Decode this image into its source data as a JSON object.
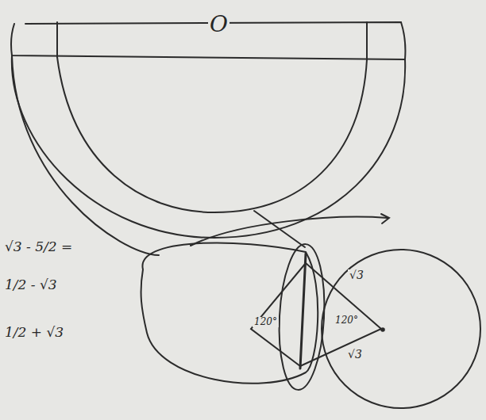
{
  "diagram": {
    "labels": [
      "O",
      "√3 - 5/2 =",
      "1/2 - √3",
      "1/2 + √3",
      "120°",
      "120°",
      "√3",
      "√3"
    ]
  }
}
